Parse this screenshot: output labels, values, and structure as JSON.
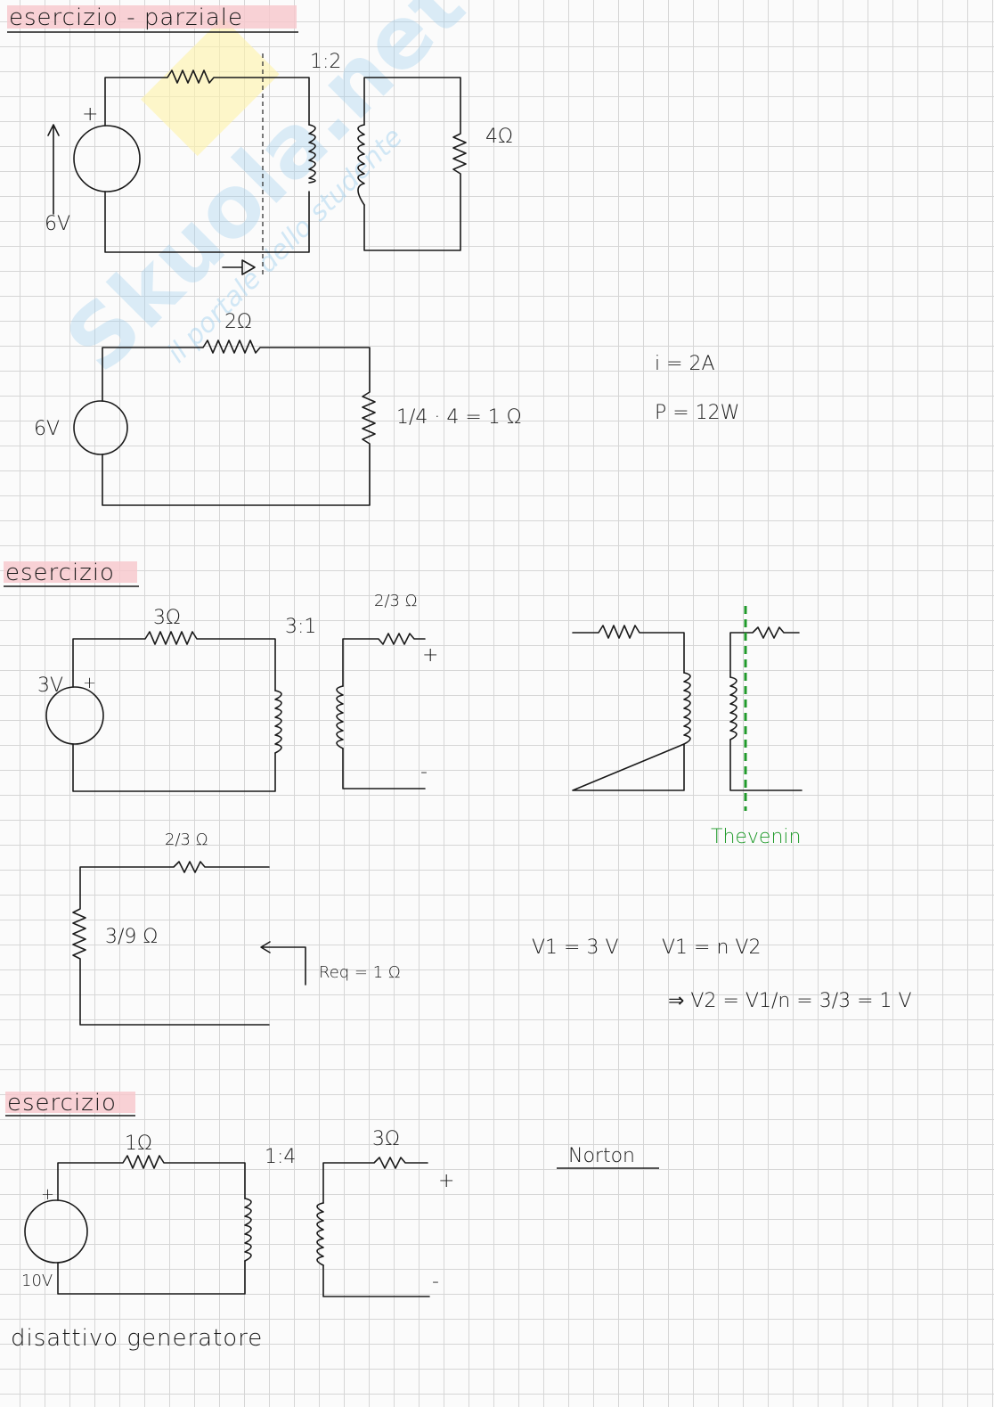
{
  "watermark": {
    "brand": "Skuola.net",
    "tagline": "il portale dello studente"
  },
  "section1": {
    "title": "esercizio - parziale",
    "ratio": "1:2",
    "load": "4Ω",
    "source": "6V",
    "plus": "+",
    "reduced": {
      "resistor": "2Ω",
      "source": "6V",
      "load_eq": "1/4 · 4 = 1 Ω"
    },
    "results": {
      "current": "i = 2A",
      "power": "P = 12W"
    }
  },
  "section2": {
    "title": "esercizio",
    "r1": "3Ω",
    "ratio": "3:1",
    "r2": "2/3 Ω",
    "source": "3V",
    "plus": "+",
    "out_plus": "+",
    "out_minus": "-",
    "thevenin": "Thevenin",
    "eq_r_top": "2/3 Ω",
    "eq_r_left": "3/9 Ω",
    "req": "Req = 1 Ω",
    "v1": "V1 = 3 V",
    "relation": "V1 = n V2",
    "v2": "⇒ V2 = V1/n = 3/3 = 1 V"
  },
  "section3": {
    "title": "esercizio",
    "r1": "1Ω",
    "ratio": "1:4",
    "r2": "3Ω",
    "source": "10V",
    "plus": "+",
    "out_plus": "+",
    "out_minus": "-",
    "norton": "Norton",
    "note": "disattivo generatore"
  }
}
